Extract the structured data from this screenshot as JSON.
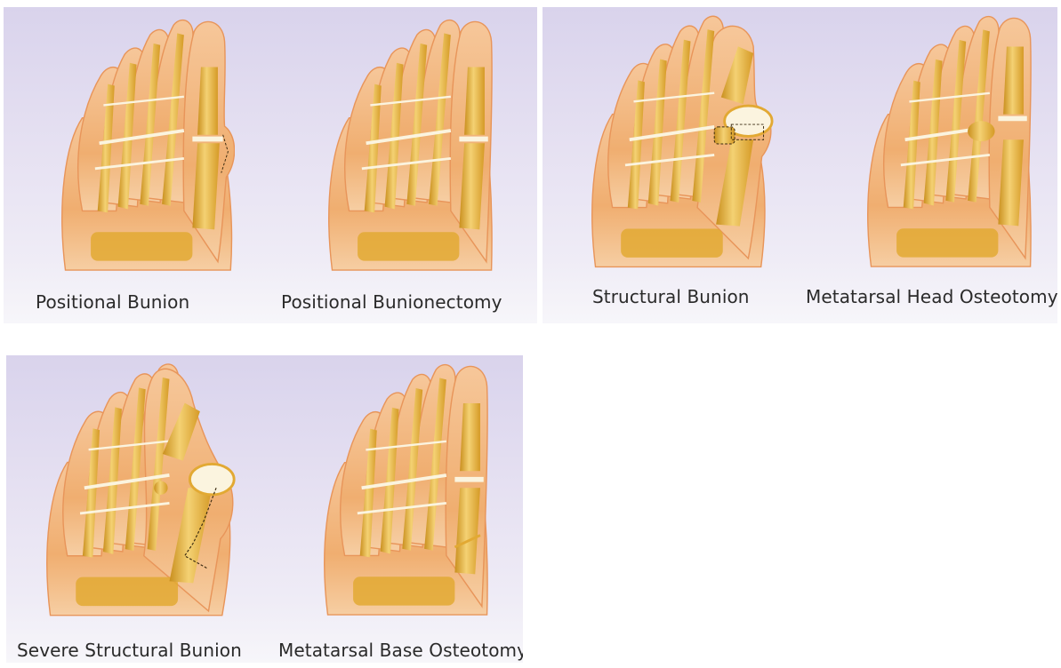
{
  "panels": [
    {
      "left_caption": "Positional Bunion",
      "right_caption": "Positional Bunionectomy"
    },
    {
      "left_caption": "Structural Bunion",
      "right_caption": "Metatarsal Head Osteotomy"
    },
    {
      "left_caption": "Severe Structural Bunion",
      "right_caption": "Metatarsal Base Osteotomy"
    }
  ],
  "colors": {
    "panel_background": "#dcd6ee",
    "skin": "#f2b276",
    "skin_edge": "#e8955a",
    "bone": "#e9b73e",
    "bone_highlight": "#f7dc8a",
    "joint": "#fbf4df",
    "cut_line": "#3a2a10"
  },
  "icons": [
    "foot-illustration-icon"
  ]
}
